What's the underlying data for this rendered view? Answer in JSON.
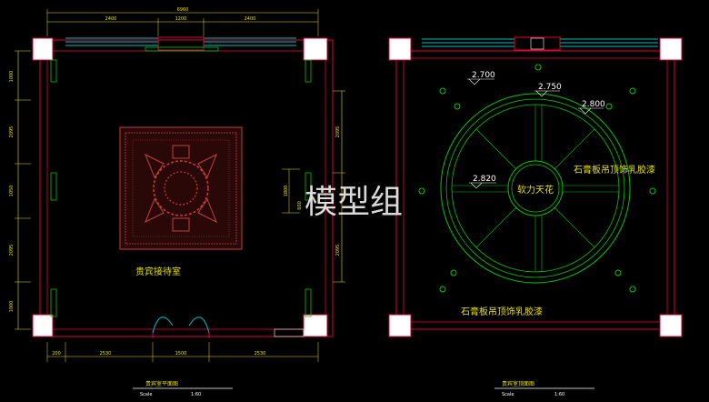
{
  "left_plan": {
    "top_dims": [
      "6960",
      "2400",
      "1200",
      "2400"
    ],
    "bottom_dims": [
      "200",
      "2530",
      "1500",
      "2530"
    ],
    "left_dims": [
      "1000",
      "2095",
      "1050",
      "2095",
      "1000"
    ],
    "right_dims": [
      "2095",
      "2095"
    ],
    "inner_dims": [
      "1800",
      "600"
    ],
    "room_label": "贵宾接待室",
    "title": "贵宾室平面图",
    "scale_label": "Scale",
    "scale_value": "1:60"
  },
  "right_plan": {
    "levels": [
      "2.700",
      "2.750",
      "2.800",
      "2.820"
    ],
    "center_label": "软力天花",
    "note_right": "石膏板吊顶饰乳胶漆",
    "note_bottom": "石膏板吊顶饰乳胶漆",
    "title": "贵宾室顶面图",
    "scale_label": "Scale",
    "scale_value": "1:60"
  },
  "watermark": "模型组",
  "colors": {
    "wall": "#e0003c",
    "dim": "#e8e000",
    "glass": "#00c0c0",
    "ring": "#00c800",
    "background": "#000000"
  }
}
